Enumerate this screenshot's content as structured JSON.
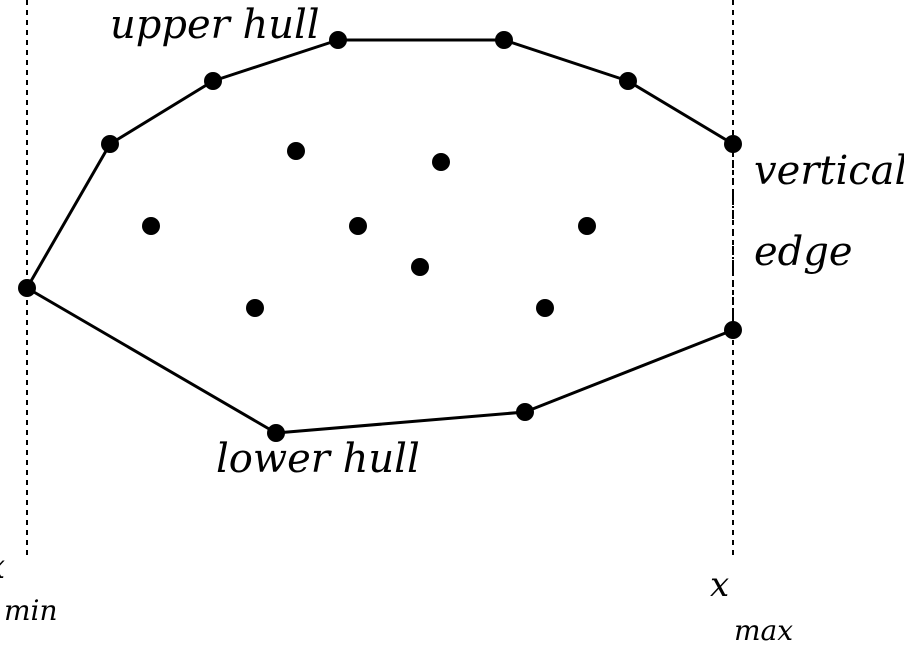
{
  "labels": {
    "upper_hull": "upper hull",
    "lower_hull": "lower hull",
    "vertical_edge_line1": "vertical",
    "vertical_edge_line2": "edge",
    "x_min_main": "x",
    "x_min_sub": "min",
    "x_max_main": "x",
    "x_max_sub": "max"
  }
}
